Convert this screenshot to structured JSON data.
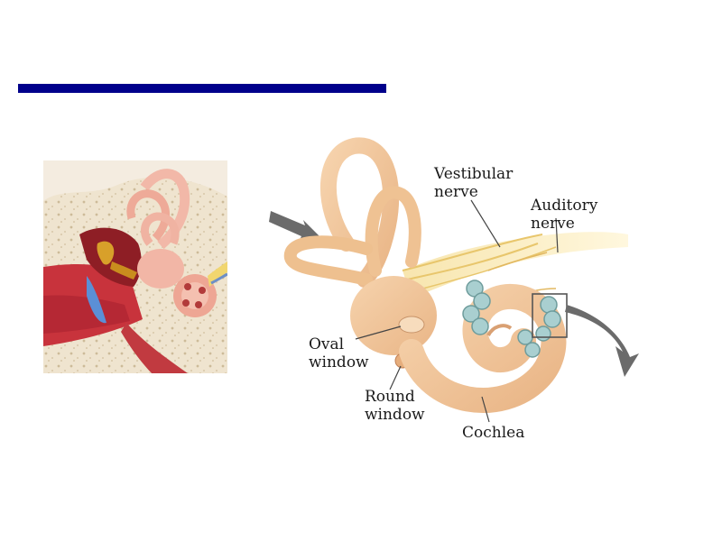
{
  "colors": {
    "title_bar": "#00008b",
    "bone": "#f1e8d8",
    "labyrinth": "#f0c79c",
    "nerve": "#f3dc8e",
    "canal_fluid": "#9fc5c8",
    "arrow": "#6b6b6b"
  },
  "labels": {
    "vestibular_nerve": [
      "Vestibular",
      "nerve"
    ],
    "auditory_nerve": [
      "Auditory",
      "nerve"
    ],
    "oval_window": [
      "Oval",
      "window"
    ],
    "round_window": [
      "Round",
      "window"
    ],
    "cochlea": "Cochlea"
  }
}
